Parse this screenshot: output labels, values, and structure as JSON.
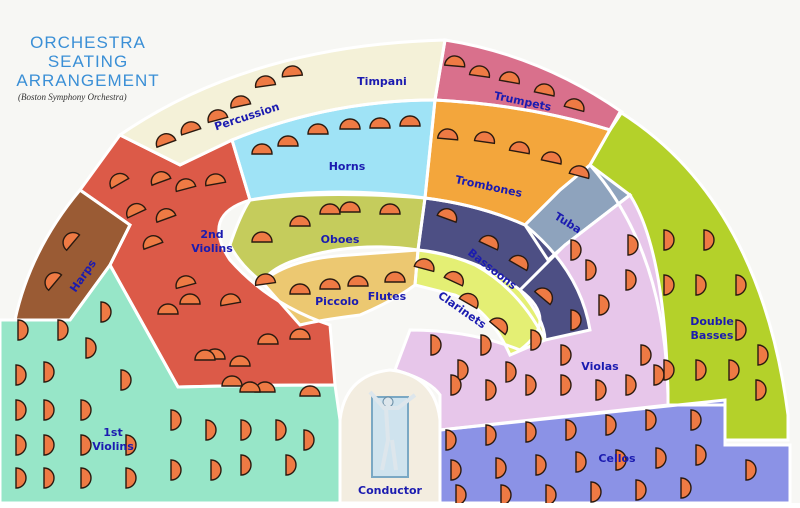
{
  "title_lines": [
    "ORCHESTRA",
    "SEATING",
    "ARRANGEMENT"
  ],
  "subtitle": "(Boston Symphony Orchestra)",
  "sections": {
    "timpani": {
      "label": "Timpani",
      "color": "#f4f1d8"
    },
    "percussion": {
      "label": "Percussion",
      "color": "#f4f1d8"
    },
    "trumpets": {
      "label": "Trumpets",
      "color": "#d9708c"
    },
    "horns": {
      "label": "Horns",
      "color": "#9fe3f6"
    },
    "trombones": {
      "label": "Trombones",
      "color": "#f3a63c"
    },
    "tuba": {
      "label": "Tuba",
      "color": "#8ea3bd"
    },
    "second_violins": {
      "label_line1": "2nd",
      "label_line2": "Violins",
      "color": "#dc5a48"
    },
    "harps": {
      "label": "Harps",
      "color": "#9a5b34"
    },
    "oboes": {
      "label": "Oboes",
      "color": "#c5cc5c"
    },
    "piccolo": {
      "label": "Piccolo",
      "color": "#ecc871"
    },
    "flutes": {
      "label": "Flutes",
      "color": "#ecc871"
    },
    "bassoons": {
      "label": "Bassoons",
      "color": "#4d4f84"
    },
    "clarinets": {
      "label": "Clarinets",
      "color": "#e4ef74"
    },
    "double_basses": {
      "label_line1": "Double",
      "label_line2": "Basses",
      "color": "#b4d12a"
    },
    "violas": {
      "label": "Violas",
      "color": "#e7c6ea"
    },
    "first_violins": {
      "label_line1": "1st",
      "label_line2": "Violins",
      "color": "#97e6c8"
    },
    "cellos": {
      "label": "Cellos",
      "color": "#8b92e6"
    },
    "conductor": {
      "label": "Conductor",
      "color": "#f3ede0"
    }
  },
  "seat_color": "#ee7a44"
}
